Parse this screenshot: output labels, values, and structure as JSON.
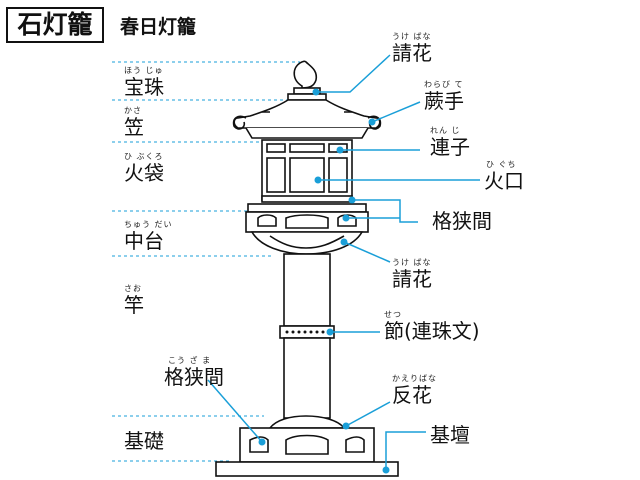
{
  "title": "石灯籠",
  "subtitle": "春日灯籠",
  "left_parts": [
    {
      "text": "宝珠",
      "ruby": "ほう じゅ"
    },
    {
      "text": "笠",
      "ruby": "かさ"
    },
    {
      "text": "火袋",
      "ruby": "ひ ぶくろ"
    },
    {
      "text": "中台",
      "ruby": "ちゅう だい"
    },
    {
      "text": "竿",
      "ruby": "さお"
    },
    {
      "text": "格狭間",
      "ruby": "こう ざ ま"
    },
    {
      "text": "基礎",
      "ruby": ""
    }
  ],
  "right_parts": [
    {
      "text": "請花",
      "ruby": "うけ ばな"
    },
    {
      "text": "蕨手",
      "ruby": "わらび て"
    },
    {
      "text": "連子",
      "ruby": "れん じ"
    },
    {
      "text": "火口",
      "ruby": "ひ ぐち"
    },
    {
      "text": "格狭間",
      "ruby": ""
    },
    {
      "text": "請花",
      "ruby": "うけ ばな"
    },
    {
      "text": "節(連珠文)",
      "ruby": "せつ"
    },
    {
      "text": "反花",
      "ruby": "かえりばな"
    },
    {
      "text": "基壇",
      "ruby": ""
    }
  ],
  "colors": {
    "leader": "#1a9fd8",
    "outline": "#111111",
    "dashed": "#1a9fd8"
  }
}
